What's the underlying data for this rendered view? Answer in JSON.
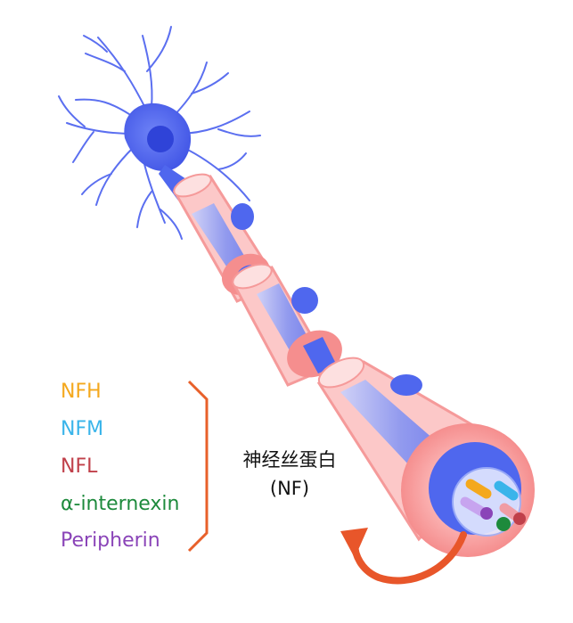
{
  "legend": {
    "items": [
      {
        "label": "NFH",
        "color": "#f4a81d"
      },
      {
        "label": "NFM",
        "color": "#39b4ea"
      },
      {
        "label": "NFL",
        "color": "#c0404a"
      },
      {
        "label": "α-internexin",
        "color": "#1d8a3c"
      },
      {
        "label": "Peripherin",
        "color": "#8a44b8"
      }
    ]
  },
  "label": {
    "line1": "神经丝蛋白",
    "line2": "(NF)"
  },
  "colors": {
    "neuron": "#4f67ee",
    "dendrite": "#5b6ff0",
    "myelin": "#fcc8c8",
    "myelin_edge": "#f59a9a",
    "axon": "#7f92f5",
    "bracket": "#e8602a",
    "arrow": "#e8562a"
  }
}
